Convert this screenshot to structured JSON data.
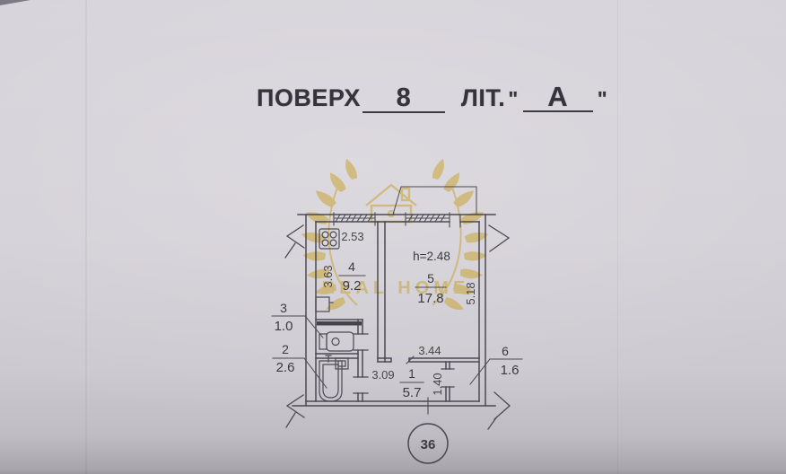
{
  "title": {
    "floor_label": "ПОВЕРХ",
    "floor_value": "8",
    "lit_label": "ЛІТ.",
    "quote_open": "\"",
    "lit_value": "А",
    "quote_close": "\""
  },
  "plan": {
    "apartment_number": "36",
    "ceiling_height": "h=2.48",
    "rooms": {
      "hall": {
        "number": "1",
        "area": "5.7"
      },
      "bath": {
        "number": "2",
        "area": "2.6"
      },
      "wc": {
        "number": "3",
        "area": "1.0"
      },
      "kitchen": {
        "number": "4",
        "area": "9.2"
      },
      "living": {
        "number": "5",
        "area": "17.8"
      },
      "closet": {
        "number": "6",
        "area": "1.6"
      }
    },
    "dimensions": {
      "kitchen_width": "2.53",
      "kitchen_depth": "3.63",
      "living_depth": "5.18",
      "living_width": "3.44",
      "hall_width": "3.09",
      "closet_width": "1.40"
    }
  },
  "watermark": {
    "text": "REAL HOME",
    "color": "#c9a435"
  },
  "icons": {
    "stove": "stove-icon",
    "toilet": "toilet-icon",
    "bathtub": "bathtub-icon",
    "washbasin": "washbasin-icon",
    "kitchen_sink": "kitchen-sink-icon",
    "entrance_arrow": "entrance-arrow-icon",
    "wall_break": "wall-break-icon",
    "house": "house-icon",
    "laurel_branch": "laurel-branch-icon"
  },
  "colors": {
    "paper": "#d1ced5",
    "ink": "#3b3a42",
    "watermark_gold": "#c9a435"
  }
}
